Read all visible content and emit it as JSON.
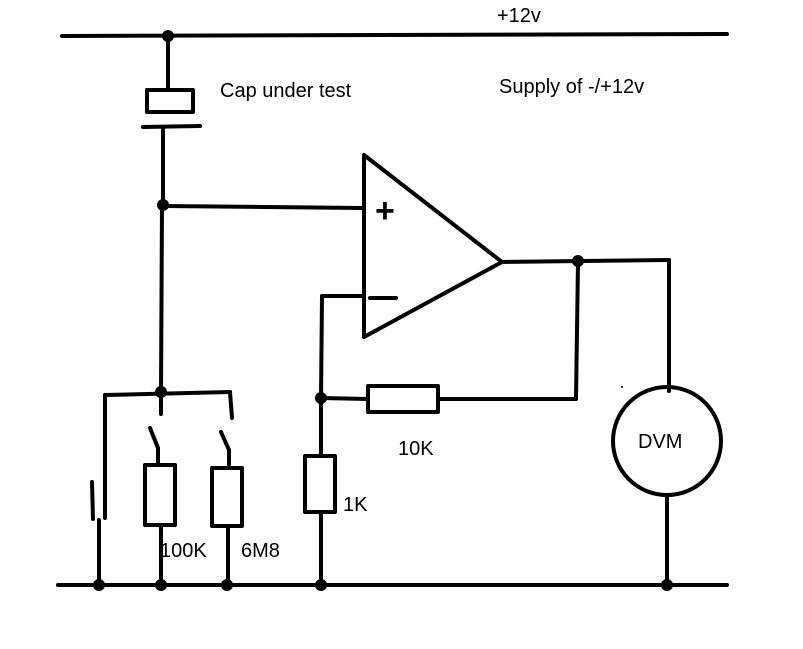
{
  "labels": {
    "supply_rail": "+12v",
    "cap_under_test": "Cap under test",
    "supply_note": "Supply of  -/+12v",
    "feedback_resistor": "10K",
    "ground_resistor": "1K",
    "resistor_a": "100K",
    "resistor_b": "6M8",
    "meter": "DVM",
    "opamp_plus": "+",
    "opamp_minus": "–"
  }
}
